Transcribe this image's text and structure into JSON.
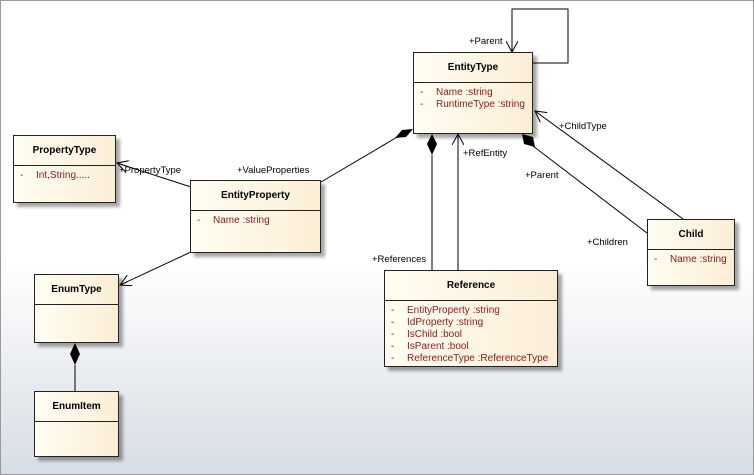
{
  "classes": {
    "entity_type": {
      "name": "EntityType",
      "attributes": [
        {
          "visibility": "-",
          "text": "Name  :string"
        },
        {
          "visibility": "-",
          "text": "RuntimeType  :string"
        }
      ]
    },
    "property_type": {
      "name": "PropertyType",
      "attributes": [
        {
          "visibility": "-",
          "text": "Int,String....."
        }
      ]
    },
    "entity_property": {
      "name": "EntityProperty",
      "attributes": [
        {
          "visibility": "-",
          "text": "Name  :string"
        }
      ]
    },
    "enum_type": {
      "name": "EnumType",
      "attributes": []
    },
    "enum_item": {
      "name": "EnumItem",
      "attributes": []
    },
    "reference": {
      "name": "Reference",
      "attributes": [
        {
          "visibility": "-",
          "text": "EntityProperty  :string"
        },
        {
          "visibility": "-",
          "text": "IdProperty  :string"
        },
        {
          "visibility": "-",
          "text": "IsChild  :bool"
        },
        {
          "visibility": "-",
          "text": "IsParent  :bool"
        },
        {
          "visibility": "-",
          "text": "ReferenceType  :ReferenceType"
        }
      ]
    },
    "child": {
      "name": "Child",
      "attributes": [
        {
          "visibility": "-",
          "text": "Name  :string"
        }
      ]
    }
  },
  "roles": {
    "parent_self": "+Parent",
    "property_type": "+PropertyType",
    "value_properties": "+ValueProperties",
    "ref_entity": "+RefEntity",
    "references": "+References",
    "child_type": "+ChildType",
    "parent": "+Parent",
    "children": "+Children"
  }
}
